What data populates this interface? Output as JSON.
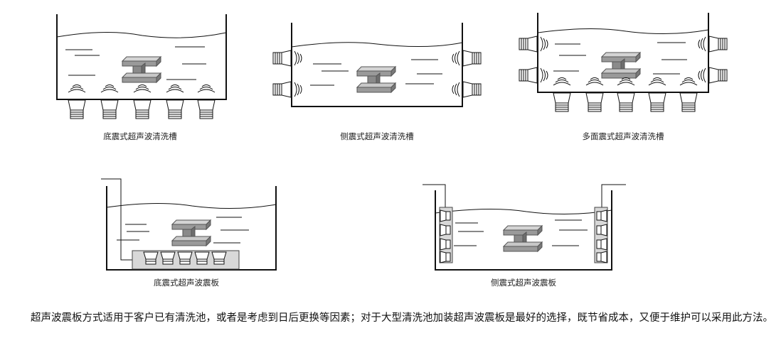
{
  "diagrams": [
    {
      "id": "bottom-vibration-tank",
      "caption": "底震式超声波清洗槽"
    },
    {
      "id": "side-vibration-tank",
      "caption": "侧震式超声波清洗槽"
    },
    {
      "id": "multi-face-vibration-tank",
      "caption": "多面震式超声波清洗槽"
    },
    {
      "id": "bottom-vibration-plate",
      "caption": "底震式超声波震板"
    },
    {
      "id": "side-vibration-plate",
      "caption": "侧震式超声波震板"
    }
  ],
  "description": "超声波震板方式适用于客户已有清洗池，或者是考虑到日后更换等因素；对于大型清洗池加装超声波震板是最好的选择，既节省成本，又便于维护可以采用此方法。"
}
